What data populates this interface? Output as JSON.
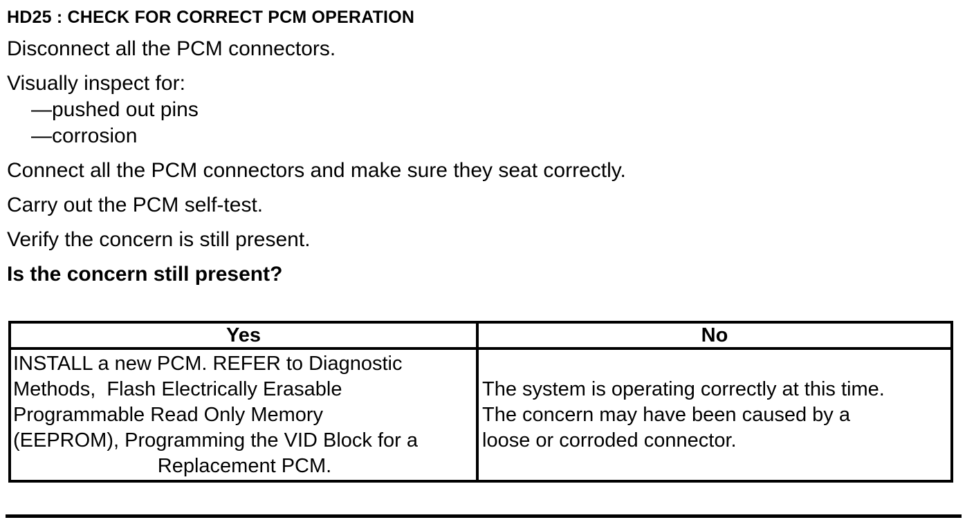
{
  "procedure": {
    "title": "HD25 : CHECK FOR CORRECT PCM OPERATION",
    "step_disconnect": "Disconnect all the PCM connectors.",
    "inspect_intro": "Visually inspect for:",
    "inspect_items": [
      "—pushed out pins",
      "—corrosion"
    ],
    "step_connect": "Connect all the PCM connectors and make sure they seat correctly.",
    "step_selftest": "Carry out the PCM self-test.",
    "step_verify": "Verify the concern is still present.",
    "question": "Is the concern still present?"
  },
  "results_table": {
    "headers": {
      "yes": "Yes",
      "no": "No"
    },
    "yes_action_lines": [
      "INSTALL a new PCM. REFER to Diagnostic",
      "Methods,  Flash Electrically Erasable",
      "Programmable Read Only Memory",
      "(EEPROM), Programming the VID Block for a",
      "Replacement PCM."
    ],
    "no_action_lines": [
      "The system is operating correctly at this time.",
      "The concern may have been caused by a",
      "loose or corroded connector."
    ]
  },
  "colors": {
    "text": "#000000",
    "background": "#ffffff",
    "table_border": "#000000"
  }
}
